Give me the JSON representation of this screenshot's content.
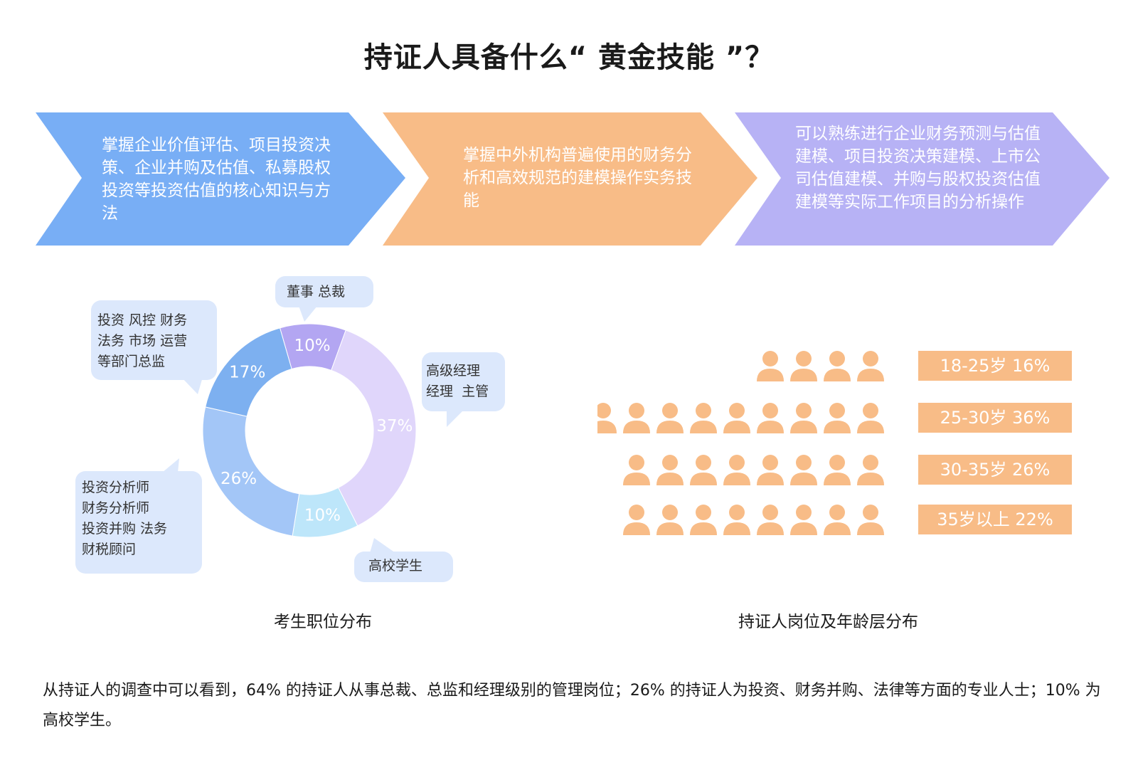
{
  "title": "持证人具备什么“ 黄金技能 ”？",
  "skills": [
    {
      "text": "掌握企业价值评估、项目投资决策、企业并购及估值、私募股权投资等投资估值的核心知识与方法",
      "color": "#78aef5"
    },
    {
      "text": "掌握中外机构普遍使用的财务分析和高效规范的建模操作实务技能",
      "color": "#f8bc87"
    },
    {
      "text": "可以熟练进行企业财务预测与估值建模、项目投资决策建模、上市公司估值建模、并购与股权投资估值建模等实际工作项目的分析操作",
      "color": "#b7b2f5"
    }
  ],
  "chart_data": [
    {
      "type": "pie",
      "subtype": "donut",
      "title": "考生职位分布",
      "slices": [
        {
          "label": "董事 总裁",
          "value": 10,
          "display": "10%",
          "color": "#b3a6f2"
        },
        {
          "label": "高级经理 经理 主管",
          "value": 37,
          "display": "37%",
          "color": "#e0d6fb"
        },
        {
          "label": "高校学生",
          "value": 10,
          "display": "10%",
          "color": "#bde6fa"
        },
        {
          "label": "投资分析师 财务分析师 投资并购 法务 财税顾问",
          "value": 26,
          "display": "26%",
          "color": "#a3c6f7"
        },
        {
          "label": "投资 风控 财务 法务 市场 运营 等部门总监",
          "value": 17,
          "display": "17%",
          "color": "#7db0f0"
        }
      ]
    },
    {
      "type": "bar",
      "subtype": "pictograph",
      "title": "持证人岗位及年龄层分布",
      "categories": [
        "18-25岁",
        "25-30岁",
        "30-35岁",
        "35岁以上"
      ],
      "values": [
        16,
        36,
        26,
        22
      ],
      "icon_counts": [
        4,
        9,
        8,
        8
      ],
      "labels": [
        "18-25岁 16%",
        "25-30岁 36%",
        "30-35岁 26%",
        "35岁以上 22%"
      ],
      "icon": "person-icon",
      "color": "#f8bc87"
    }
  ],
  "callouts": {
    "top": "董事 总裁",
    "right": "高级经理\n经理  主管",
    "bottom": "高校学生",
    "left_bottom": "投资分析师\n财务分析师\n投资并购 法务\n财税顾问",
    "left_top": "投资 风控 财务\n法务 市场 运营\n等部门总监",
    "color": "#dce8fc"
  },
  "footer": "从持证人的调查中可以看到，64% 的持证人从事总裁、总监和经理级别的管理岗位；26% 的持证人为投资、财务并购、法律等方面的专业人士；10% 为高校学生。"
}
